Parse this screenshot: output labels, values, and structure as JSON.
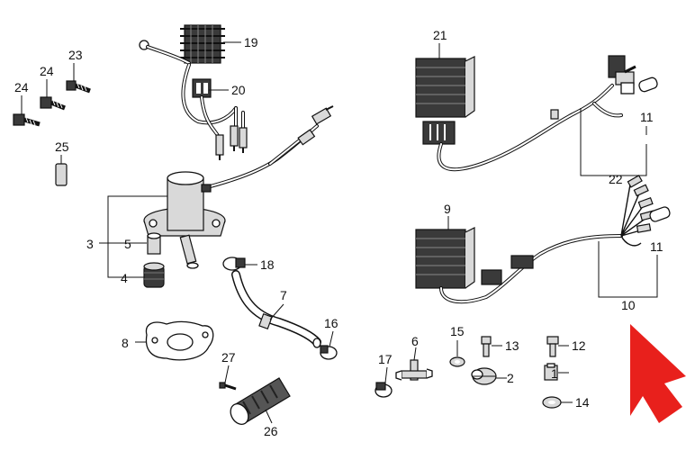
{
  "diagram": {
    "callouts": [
      {
        "id": "c1",
        "label": "1"
      },
      {
        "id": "c2",
        "label": "2"
      },
      {
        "id": "c3",
        "label": "3"
      },
      {
        "id": "c4",
        "label": "4"
      },
      {
        "id": "c5",
        "label": "5"
      },
      {
        "id": "c6",
        "label": "6"
      },
      {
        "id": "c7",
        "label": "7"
      },
      {
        "id": "c8",
        "label": "8"
      },
      {
        "id": "c9",
        "label": "9"
      },
      {
        "id": "c10",
        "label": "10"
      },
      {
        "id": "c11a",
        "label": "11"
      },
      {
        "id": "c11b",
        "label": "11"
      },
      {
        "id": "c12",
        "label": "12"
      },
      {
        "id": "c13",
        "label": "13"
      },
      {
        "id": "c14",
        "label": "14"
      },
      {
        "id": "c15",
        "label": "15"
      },
      {
        "id": "c16",
        "label": "16"
      },
      {
        "id": "c17",
        "label": "17"
      },
      {
        "id": "c18",
        "label": "18"
      },
      {
        "id": "c19",
        "label": "19"
      },
      {
        "id": "c20",
        "label": "20"
      },
      {
        "id": "c21",
        "label": "21"
      },
      {
        "id": "c22",
        "label": "22"
      },
      {
        "id": "c23",
        "label": "23"
      },
      {
        "id": "c24a",
        "label": "24"
      },
      {
        "id": "c24b",
        "label": "24"
      },
      {
        "id": "c25",
        "label": "25"
      },
      {
        "id": "c26",
        "label": "26"
      },
      {
        "id": "c27",
        "label": "27"
      }
    ],
    "highlight_color": "#e8201c"
  }
}
